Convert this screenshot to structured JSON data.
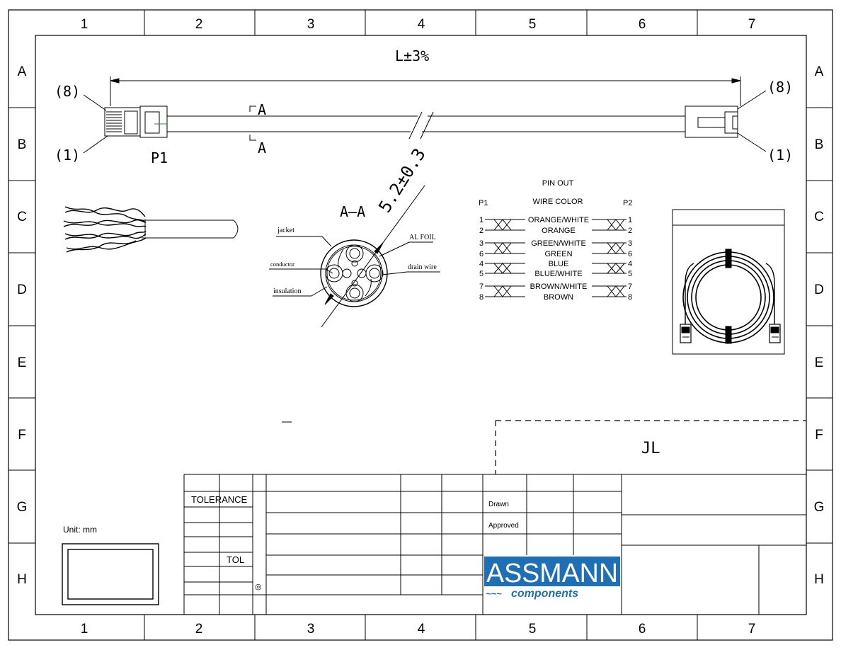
{
  "grid": {
    "columns": [
      "1",
      "2",
      "3",
      "4",
      "5",
      "6",
      "7"
    ],
    "rows": [
      "A",
      "B",
      "C",
      "D",
      "E",
      "F",
      "G",
      "H"
    ]
  },
  "cable_drawing": {
    "length_label": "L±3%",
    "pin8_left": "(8)",
    "pin1_left": "(1)",
    "pin8_right": "(8)",
    "pin1_right": "(1)",
    "plug_label": "P1",
    "section_mark_top": "A",
    "section_mark_bottom": "A"
  },
  "cross_section": {
    "title": "A–A",
    "diameter": "5.2±0.3",
    "labels": {
      "jacket": "jacket",
      "conductor": "conductor",
      "insulation": "insulation",
      "al_foil": "AL FOIL",
      "drain_wire": "drain wire"
    }
  },
  "pinout": {
    "title": "PIN OUT",
    "wire_color_header": "WIRE COLOR",
    "p1_header": "P1",
    "p2_header": "P2",
    "rows": [
      {
        "p1": "1",
        "color": "ORANGE/WHITE",
        "p2": "1"
      },
      {
        "p1": "2",
        "color": "ORANGE",
        "p2": "2"
      },
      {
        "p1": "3",
        "color": "GREEN/WHITE",
        "p2": "3"
      },
      {
        "p1": "6",
        "color": "GREEN",
        "p2": "6"
      },
      {
        "p1": "4",
        "color": "BLUE",
        "p2": "4"
      },
      {
        "p1": "5",
        "color": "BLUE/WHITE",
        "p2": "5"
      },
      {
        "p1": "7",
        "color": "BROWN/WHITE",
        "p2": "7"
      },
      {
        "p1": "8",
        "color": "BROWN",
        "p2": "8"
      }
    ]
  },
  "label_area": {
    "text": "JL"
  },
  "title_block": {
    "tolerance": "TOLERANCE",
    "tol": "TOL",
    "drawn": "Drawn",
    "approved": "Approved",
    "unit": "Unit: mm",
    "symbol": "◎",
    "logo_top": "ASSMANN",
    "logo_bottom": "components",
    "logo_color": "#1f6fb5"
  }
}
